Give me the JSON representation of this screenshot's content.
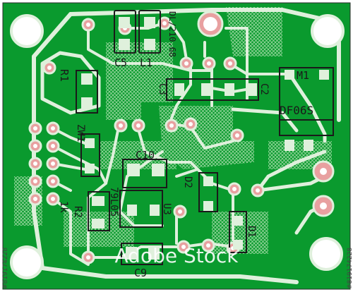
{
  "labels": {
    "c5": "C5",
    "l1": "L1",
    "dl": "DL/210.68",
    "r1": "R1",
    "c3": "C3",
    "c2": "C2",
    "m1": "M1",
    "df": "DF06S",
    "zw1": "ZW1",
    "c10": "C10",
    "d2": "D2",
    "r2": "R2",
    "ik": "1k",
    "u79": "79L05",
    "u3": "U3",
    "d1": "D1",
    "c9": "C9"
  },
  "watermark": "Adobe Stock",
  "stock_id": "#819174228",
  "colors": {
    "board": "#0a9a2e",
    "copper": "#dff0dc",
    "hatch": "#7fcf86",
    "silk": "#1a1a1a",
    "pad": "#e8a0a0"
  }
}
